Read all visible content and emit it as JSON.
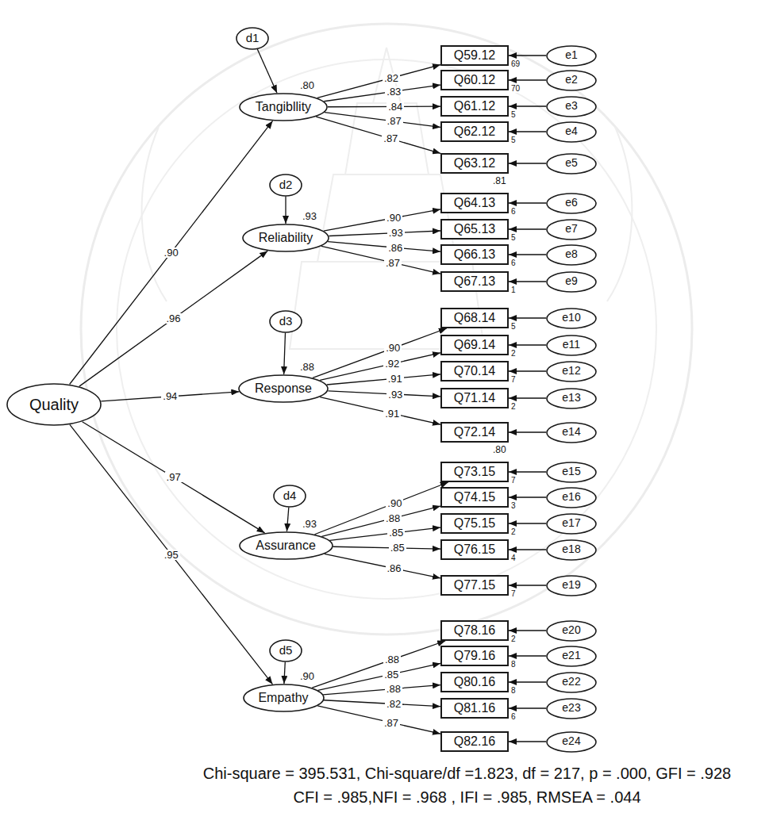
{
  "diagram": {
    "caption": "Chi-square = 395.531, Chi-square/df =1.823, df = 217, p = .000, GFI = .928 CFI = .985,NFI = .968 , IFI = .985, RMSEA = .044",
    "nodes": [
      {
        "text": [
          "Quality"
        ]
      },
      {
        "text": [
          "d1"
        ]
      },
      {
        "text": [
          "Tangibllity"
        ]
      },
      {
        "text": [
          "Q59.12"
        ]
      },
      {
        "text": [
          "Q60.12"
        ]
      },
      {
        "text": [
          "Q61.12"
        ]
      },
      {
        "text": [
          "Q62.12"
        ]
      },
      {
        "text": [
          "Q63.12"
        ]
      },
      {
        "text": [
          "e1"
        ]
      },
      {
        "text": [
          "e2"
        ]
      },
      {
        "text": [
          "e3"
        ]
      },
      {
        "text": [
          "e4"
        ]
      },
      {
        "text": [
          "e5"
        ]
      },
      {
        "text": [
          "d2"
        ]
      },
      {
        "text": [
          "Reliability"
        ]
      },
      {
        "text": [
          "Q64.13"
        ]
      },
      {
        "text": [
          "Q65.13"
        ]
      },
      {
        "text": [
          "Q66.13"
        ]
      },
      {
        "text": [
          "Q67.13"
        ]
      },
      {
        "text": [
          "e6"
        ]
      },
      {
        "text": [
          "e7"
        ]
      },
      {
        "text": [
          "e8"
        ]
      },
      {
        "text": [
          "e9"
        ]
      },
      {
        "text": [
          "d3"
        ]
      },
      {
        "text": [
          "Response"
        ]
      },
      {
        "text": [
          "Q68.14"
        ]
      },
      {
        "text": [
          "Q69.14"
        ]
      },
      {
        "text": [
          "Q70.14"
        ]
      },
      {
        "text": [
          "Q71.14"
        ]
      },
      {
        "text": [
          "Q72.14"
        ]
      },
      {
        "text": [
          "e10"
        ]
      },
      {
        "text": [
          "e11"
        ]
      },
      {
        "text": [
          "e12"
        ]
      },
      {
        "text": [
          "e13"
        ]
      },
      {
        "text": [
          "e14"
        ]
      },
      {
        "text": [
          "d4"
        ]
      },
      {
        "text": [
          "Assurance"
        ]
      },
      {
        "text": [
          "Q73.15"
        ]
      },
      {
        "text": [
          "Q74.15"
        ]
      },
      {
        "text": [
          "Q75.15"
        ]
      },
      {
        "text": [
          "Q76.15"
        ]
      },
      {
        "text": [
          "Q77.15"
        ]
      },
      {
        "text": [
          "e15"
        ]
      },
      {
        "text": [
          "e16"
        ]
      },
      {
        "text": [
          "e17"
        ]
      },
      {
        "text": [
          "e18"
        ]
      },
      {
        "text": [
          "e19"
        ]
      },
      {
        "text": [
          "d5"
        ]
      },
      {
        "text": [
          "Empathy"
        ]
      },
      {
        "text": [
          "Q78.16"
        ]
      },
      {
        "text": [
          "Q79.16"
        ]
      },
      {
        "text": [
          "Q80.16"
        ]
      },
      {
        "text": [
          "Q81.16"
        ]
      },
      {
        "text": [
          "Q82.16"
        ]
      },
      {
        "text": [
          "e20"
        ]
      },
      {
        "text": [
          "e21"
        ]
      },
      {
        "text": [
          "e22"
        ]
      },
      {
        "text": [
          "e23"
        ]
      },
      {
        "text": [
          "e24"
        ]
      }
    ],
    "edges": [
      {
        "from": 0,
        "to": 2,
        "arrow": "to",
        "label": ".90"
      },
      {
        "from": 0,
        "to": 14,
        "arrow": "to",
        "label": ".96"
      },
      {
        "from": 0,
        "to": 24,
        "arrow": "to",
        "label": ".94"
      },
      {
        "from": 0,
        "to": 36,
        "arrow": "to",
        "label": ".97"
      },
      {
        "from": 0,
        "to": 48,
        "arrow": "to",
        "label": ".95"
      },
      {
        "from": 1,
        "to": 2,
        "arrow": "to"
      },
      {
        "from": 13,
        "to": 14,
        "arrow": "to"
      },
      {
        "from": 23,
        "to": 24,
        "arrow": "to"
      },
      {
        "from": 35,
        "to": 36,
        "arrow": "to"
      },
      {
        "from": 47,
        "to": 48,
        "arrow": "to"
      },
      {
        "from": 2,
        "to": 3,
        "arrow": "to",
        "label": ".82"
      },
      {
        "from": 2,
        "to": 4,
        "arrow": "to",
        "label": ".83"
      },
      {
        "from": 2,
        "to": 5,
        "arrow": "to",
        "label": ".84"
      },
      {
        "from": 2,
        "to": 6,
        "arrow": "to",
        "label": ".87"
      },
      {
        "from": 2,
        "to": 7,
        "arrow": "to",
        "label": ".87"
      },
      {
        "from": 14,
        "to": 15,
        "arrow": "to",
        "label": ".90"
      },
      {
        "from": 14,
        "to": 16,
        "arrow": "to",
        "label": ".93"
      },
      {
        "from": 14,
        "to": 17,
        "arrow": "to",
        "label": ".86"
      },
      {
        "from": 14,
        "to": 18,
        "arrow": "to",
        "label": ".87"
      },
      {
        "from": 24,
        "to": 25,
        "arrow": "to",
        "label": ".90"
      },
      {
        "from": 24,
        "to": 26,
        "arrow": "to",
        "label": ".92"
      },
      {
        "from": 24,
        "to": 27,
        "arrow": "to",
        "label": ".91"
      },
      {
        "from": 24,
        "to": 28,
        "arrow": "to",
        "label": ".93"
      },
      {
        "from": 24,
        "to": 29,
        "arrow": "to",
        "label": ".91"
      },
      {
        "from": 36,
        "to": 37,
        "arrow": "to",
        "label": ".90"
      },
      {
        "from": 36,
        "to": 38,
        "arrow": "to",
        "label": ".88"
      },
      {
        "from": 36,
        "to": 39,
        "arrow": "to",
        "label": ".85"
      },
      {
        "from": 36,
        "to": 40,
        "arrow": "to",
        "label": ".85"
      },
      {
        "from": 36,
        "to": 41,
        "arrow": "to",
        "label": ".86"
      },
      {
        "from": 48,
        "to": 49,
        "arrow": "to",
        "label": ".88"
      },
      {
        "from": 48,
        "to": 50,
        "arrow": "to",
        "label": ".85"
      },
      {
        "from": 48,
        "to": 51,
        "arrow": "to",
        "label": ".88"
      },
      {
        "from": 48,
        "to": 52,
        "arrow": "to",
        "label": ".82"
      },
      {
        "from": 48,
        "to": 53,
        "arrow": "to",
        "label": ".87"
      },
      {
        "from": 8,
        "to": 3,
        "arrow": "to"
      },
      {
        "from": 9,
        "to": 4,
        "arrow": "to"
      },
      {
        "from": 10,
        "to": 5,
        "arrow": "to"
      },
      {
        "from": 11,
        "to": 6,
        "arrow": "to"
      },
      {
        "from": 12,
        "to": 7,
        "arrow": "to"
      },
      {
        "from": 19,
        "to": 15,
        "arrow": "to"
      },
      {
        "from": 20,
        "to": 16,
        "arrow": "to"
      },
      {
        "from": 21,
        "to": 17,
        "arrow": "to"
      },
      {
        "from": 22,
        "to": 18,
        "arrow": "to"
      },
      {
        "from": 30,
        "to": 25,
        "arrow": "to"
      },
      {
        "from": 31,
        "to": 26,
        "arrow": "to"
      },
      {
        "from": 32,
        "to": 27,
        "arrow": "to"
      },
      {
        "from": 33,
        "to": 28,
        "arrow": "to"
      },
      {
        "from": 34,
        "to": 29,
        "arrow": "to"
      },
      {
        "from": 42,
        "to": 37,
        "arrow": "to"
      },
      {
        "from": 43,
        "to": 38,
        "arrow": "to"
      },
      {
        "from": 44,
        "to": 39,
        "arrow": "to"
      },
      {
        "from": 45,
        "to": 40,
        "arrow": "to"
      },
      {
        "from": 46,
        "to": 41,
        "arrow": "to"
      },
      {
        "from": 54,
        "to": 49,
        "arrow": "to"
      },
      {
        "from": 55,
        "to": 50,
        "arrow": "to"
      },
      {
        "from": 56,
        "to": 51,
        "arrow": "to"
      },
      {
        "from": 57,
        "to": 52,
        "arrow": "to"
      },
      {
        "from": 58,
        "to": 53,
        "arrow": "to"
      }
    ],
    "labels": [
      ".80",
      ".93",
      ".88",
      ".93",
      ".90",
      "69",
      "70",
      "5",
      "5",
      ".81",
      "6",
      "5",
      "6",
      "1",
      "5",
      "2",
      "7",
      "2",
      ".80",
      "7",
      "3",
      "2",
      "4",
      "7",
      "2",
      "8",
      "8",
      "6"
    ]
  }
}
